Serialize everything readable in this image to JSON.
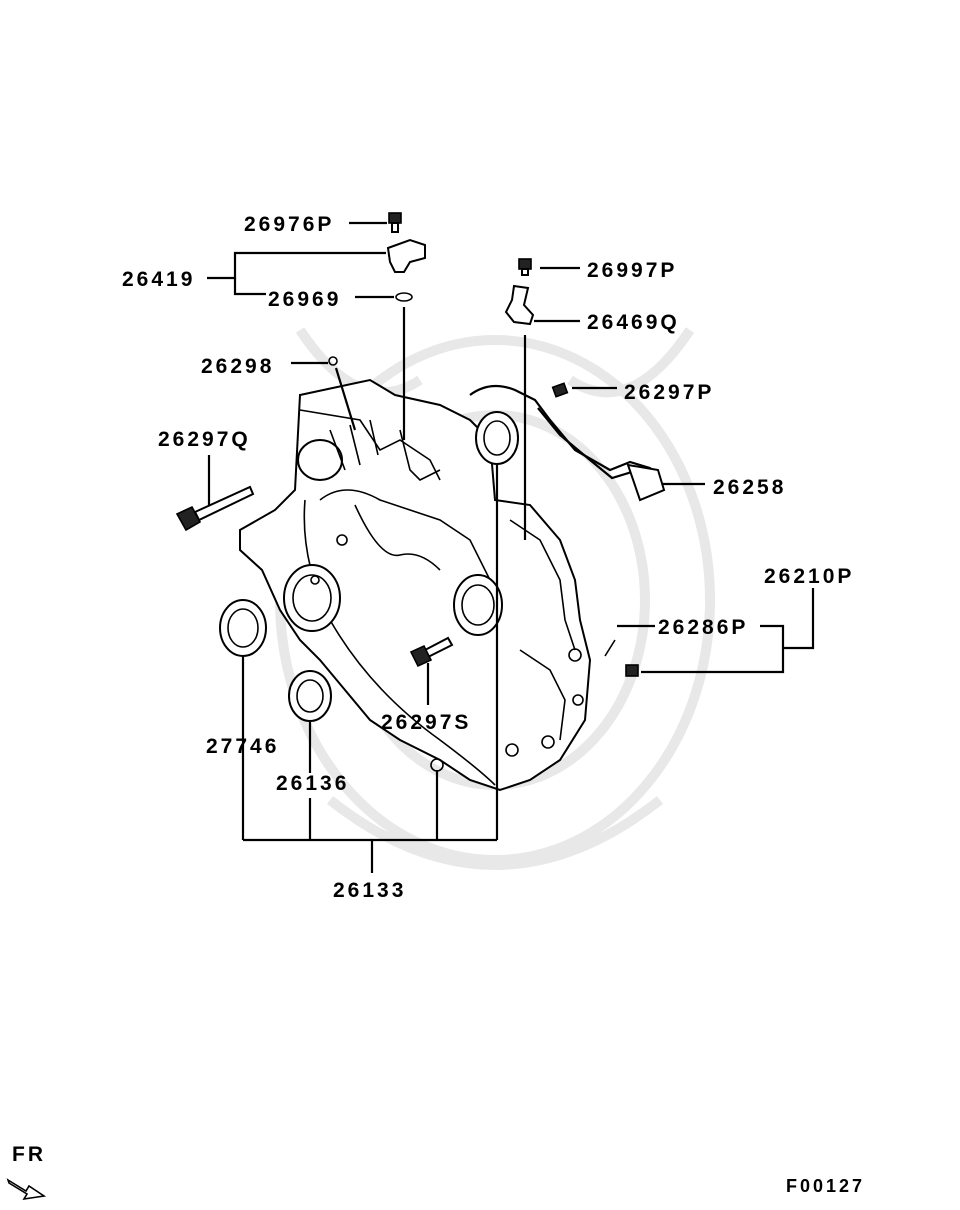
{
  "diagram_code": "F00127",
  "direction_label": "FR",
  "parts": {
    "p26976P": "26976P",
    "p26419": "26419",
    "p26969": "26969",
    "p26298": "26298",
    "p26297Q": "26297Q",
    "p26997P": "26997P",
    "p26469Q": "26469Q",
    "p26297P": "26297P",
    "p26258": "26258",
    "p26210P": "26210P",
    "p26286P": "26286P",
    "p26297S": "26297S",
    "p27746": "27746",
    "p26136": "26136",
    "p26133": "26133"
  }
}
